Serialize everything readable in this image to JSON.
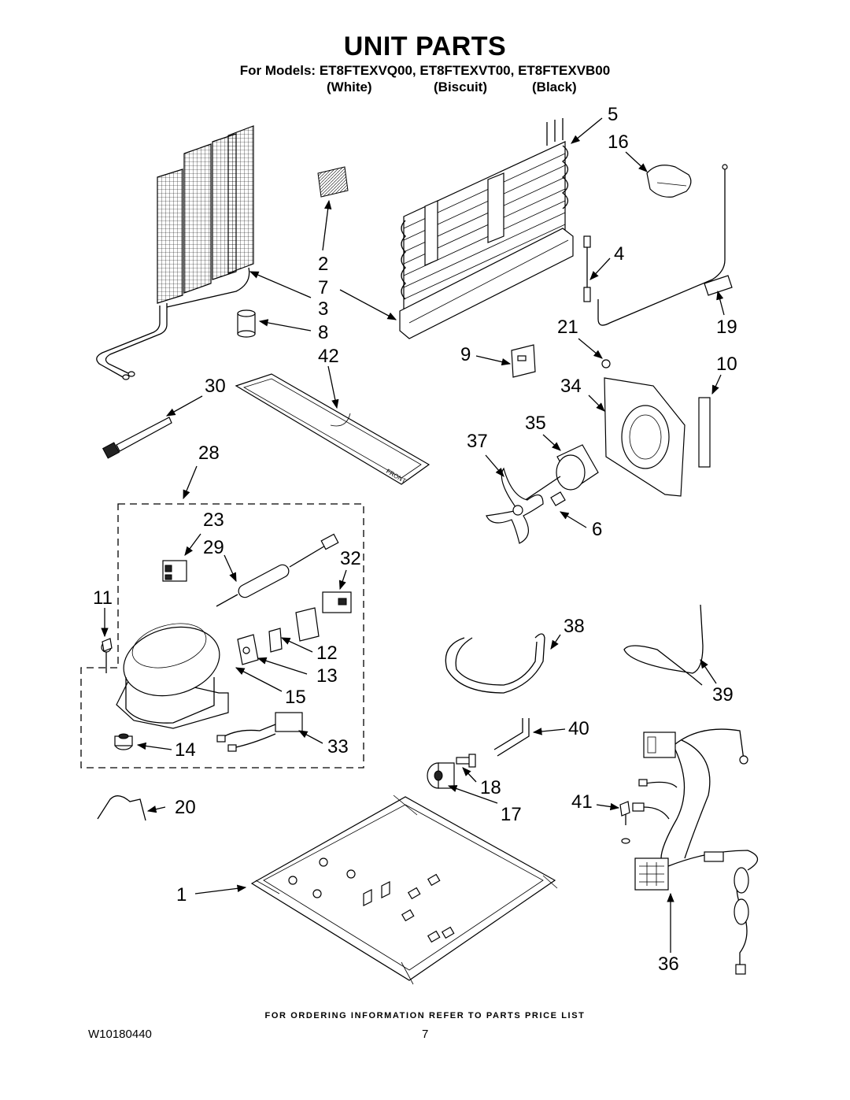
{
  "header": {
    "title": "UNIT PARTS",
    "models_line": "For Models: ET8FTEXVQ00, ET8FTEXVT00, ET8FTEXVB00",
    "variants": [
      "(White)",
      "(Biscuit)",
      "(Black)"
    ]
  },
  "callouts": {
    "c1": "1",
    "c2": "2",
    "c3": "3",
    "c4": "4",
    "c5": "5",
    "c6": "6",
    "c7": "7",
    "c8": "8",
    "c9": "9",
    "c10": "10",
    "c11": "11",
    "c12": "12",
    "c13": "13",
    "c14": "14",
    "c15": "15",
    "c16": "16",
    "c17": "17",
    "c18": "18",
    "c19": "19",
    "c20": "20",
    "c21": "21",
    "c23": "23",
    "c28": "28",
    "c29": "29",
    "c30": "30",
    "c32": "32",
    "c33": "33",
    "c34": "34",
    "c35": "35",
    "c36": "36",
    "c37": "37",
    "c38": "38",
    "c39": "39",
    "c40": "40",
    "c41": "41",
    "c42": "42"
  },
  "drain_pan_text": [
    "FRONT"
  ],
  "footer": {
    "note": "FOR ORDERING INFORMATION REFER TO PARTS PRICE LIST",
    "doc_number": "W10180440",
    "page": "7"
  }
}
